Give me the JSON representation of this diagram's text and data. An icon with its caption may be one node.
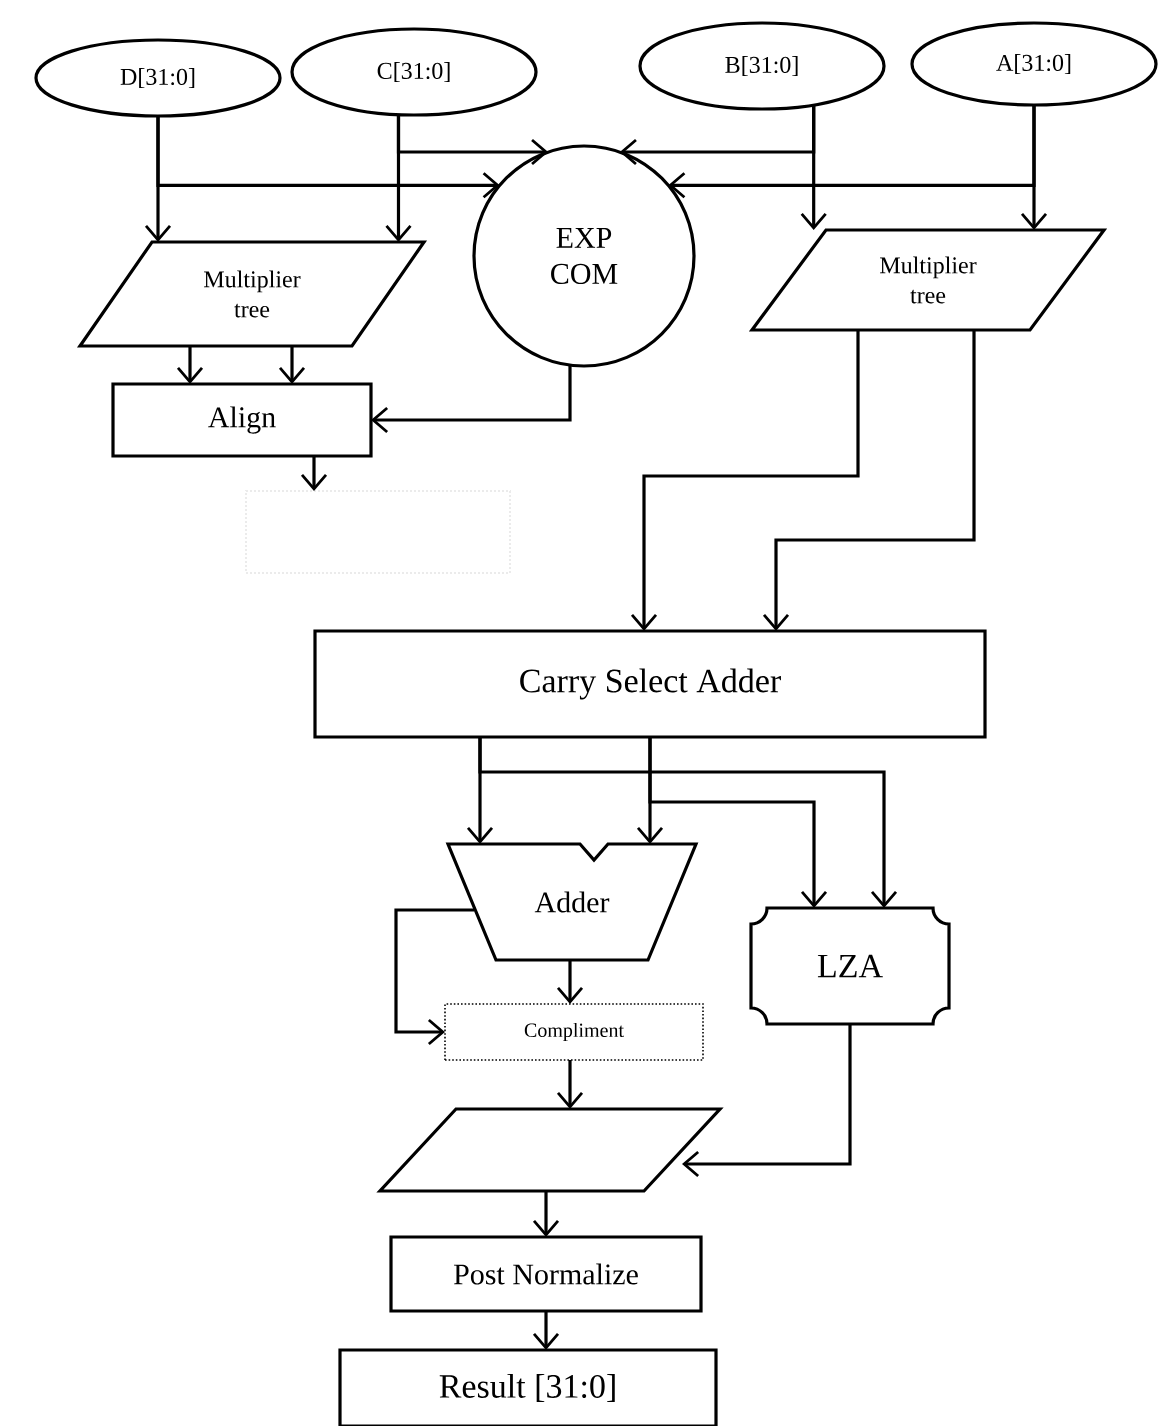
{
  "diagram": {
    "nodes": [
      {
        "text": [
          "D[31:0]"
        ]
      },
      {
        "text": [
          "C[31:0]"
        ]
      },
      {
        "text": [
          "B[31:0]"
        ]
      },
      {
        "text": [
          "A[31:0]"
        ]
      },
      {
        "text": [
          "Multiplier tree"
        ]
      },
      {
        "text": [
          "EXP COM"
        ]
      },
      {
        "text": [
          "Multiplier tree"
        ]
      },
      {
        "text": [
          "Align"
        ]
      },
      {
        "text": [],
        "shape": "box"
      },
      {
        "text": [
          "Carry Select Adder"
        ]
      },
      {
        "text": [
          "Adder"
        ]
      },
      {
        "text": [
          "LZA"
        ]
      },
      {
        "text": [
          "Compliment"
        ]
      },
      {
        "text": [],
        "shape": "parallelogram"
      },
      {
        "text": [
          "Post Normalize"
        ]
      },
      {
        "text": [
          "Result [31:0]"
        ]
      }
    ],
    "edges": [
      {
        "from": 0,
        "to": 4,
        "arrow": "to"
      },
      {
        "from": 1,
        "to": 4,
        "arrow": "to"
      },
      {
        "from": 0,
        "to": 5,
        "arrow": "to"
      },
      {
        "from": 1,
        "to": 5,
        "arrow": "to"
      },
      {
        "from": 2,
        "to": 5,
        "arrow": "to"
      },
      {
        "from": 2,
        "to": 6,
        "arrow": "to"
      },
      {
        "from": 3,
        "to": 6,
        "arrow": "to"
      },
      {
        "from": 3,
        "to": 5,
        "arrow": "to"
      },
      {
        "from": 4,
        "to": 7,
        "arrow": "to"
      },
      {
        "from": 4,
        "to": 7,
        "arrow": "to"
      },
      {
        "from": 5,
        "to": 7,
        "arrow": "to"
      },
      {
        "from": 7,
        "to": 8,
        "arrow": "to"
      },
      {
        "from": 6,
        "to": 9,
        "arrow": "to"
      },
      {
        "from": 6,
        "to": 9,
        "arrow": "to"
      },
      {
        "from": 9,
        "to": 10,
        "arrow": "to"
      },
      {
        "from": 9,
        "to": 10,
        "arrow": "to"
      },
      {
        "from": 9,
        "to": 11,
        "arrow": "to"
      },
      {
        "from": 9,
        "to": 11,
        "arrow": "to"
      },
      {
        "from": 10,
        "to": 12,
        "arrow": "to"
      },
      {
        "from": 10,
        "to": 12,
        "arrow": "to"
      },
      {
        "from": 12,
        "to": 13,
        "arrow": "to"
      },
      {
        "from": 11,
        "to": 13,
        "arrow": "to"
      },
      {
        "from": 13,
        "to": 14,
        "arrow": "to"
      },
      {
        "from": 14,
        "to": 15,
        "arrow": "to"
      }
    ]
  }
}
